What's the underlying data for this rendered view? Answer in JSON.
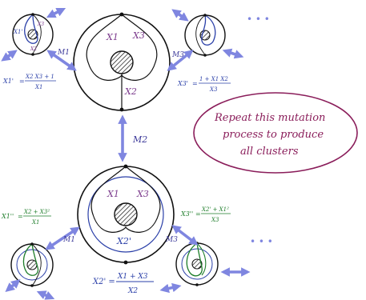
{
  "top": {
    "arc_labels": [
      "X1",
      "X3",
      "X2"
    ],
    "left_mutation": {
      "label": "M1",
      "numerator": "X2 X3 + 1",
      "denominator": "X1",
      "lhs": "X1'"
    },
    "right_mutation": {
      "label": "M3",
      "numerator": "1 + X1 X2",
      "denominator": "X3",
      "lhs": "X3'"
    },
    "left_small_labels": [
      "X1'",
      "X3",
      "X2"
    ]
  },
  "middle": {
    "arrow_label": "M2"
  },
  "callout": {
    "lines": [
      "Repeat this mutation",
      "process to produce",
      "all clusters"
    ],
    "color": "#8a1d5a"
  },
  "bottom": {
    "arc_labels": [
      "X1",
      "X3",
      "X2'"
    ],
    "left_mutation": {
      "label": "M1",
      "numerator": "X2 + X3²",
      "denominator": "X1",
      "lhs": "X1''"
    },
    "right_mutation": {
      "label": "M3",
      "numerator": "X2' + X1²",
      "denominator": "X3",
      "lhs": "X3''"
    },
    "center_formula": {
      "lhs": "X2' =",
      "numerator": "X1 + X3",
      "denominator": "X2"
    }
  },
  "ellipsis": "• • •",
  "colors": {
    "arrow": "#7f86e0",
    "ink": "#111111",
    "purple": "#7b3a8c",
    "blue": "#2a3fa8",
    "green": "#1e7d2a"
  }
}
